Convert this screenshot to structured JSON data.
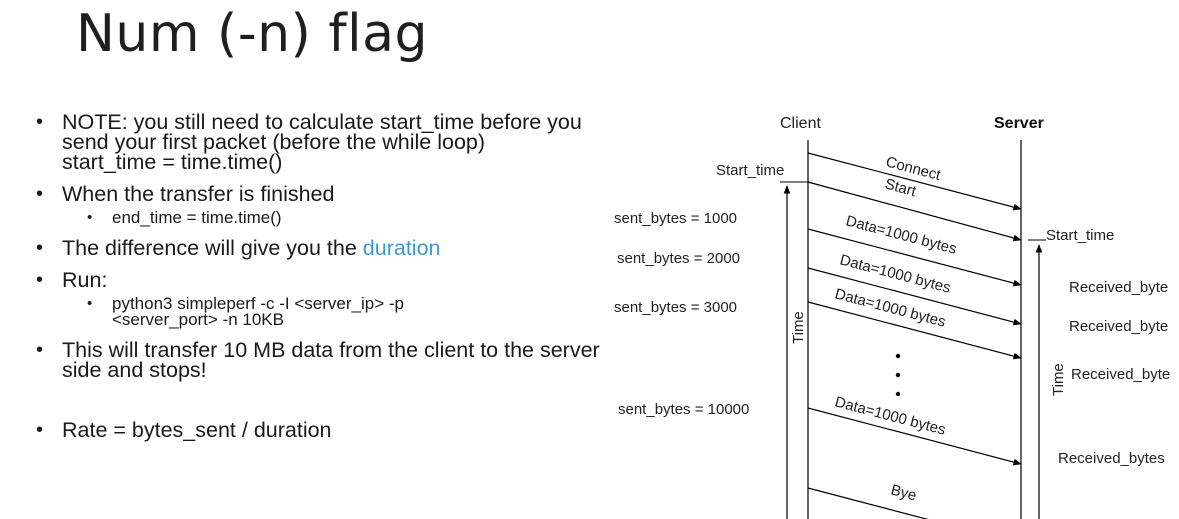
{
  "slide": {
    "title": "Num (-n) flag",
    "bullets": {
      "note": "NOTE: you still need to calculate start_time before you send your first packet (before the while loop) start_time = time.time()",
      "transfer_finished": "When the transfer is finished",
      "end_time": "end_time = time.time()",
      "difference_prefix": "The difference will give you the ",
      "difference_word": "duration",
      "run": "Run:",
      "command": "python3 simpleperf -c -I <server_ip> -p <server_port> -n 10KB",
      "transfer": "This will transfer 10 MB data from the client to the server side and stops!",
      "rate": "Rate = bytes_sent / duration"
    },
    "accent_color": "#3d9ad1"
  },
  "diagram": {
    "client_label": "Client",
    "server_label": "Server",
    "client_start_time": "Start_time",
    "server_start_time": "Start_time",
    "time_label": "Time",
    "messages": {
      "connect": "Connect",
      "start": "Start",
      "data": "Data=1000 bytes",
      "bye": "Bye"
    },
    "sent_bytes": [
      "sent_bytes = 1000",
      "sent_bytes = 2000",
      "sent_bytes = 3000",
      "sent_bytes = 10000"
    ],
    "received": [
      "Received_byte",
      "Received_byte",
      "Received_byte",
      "Received_bytes"
    ]
  }
}
